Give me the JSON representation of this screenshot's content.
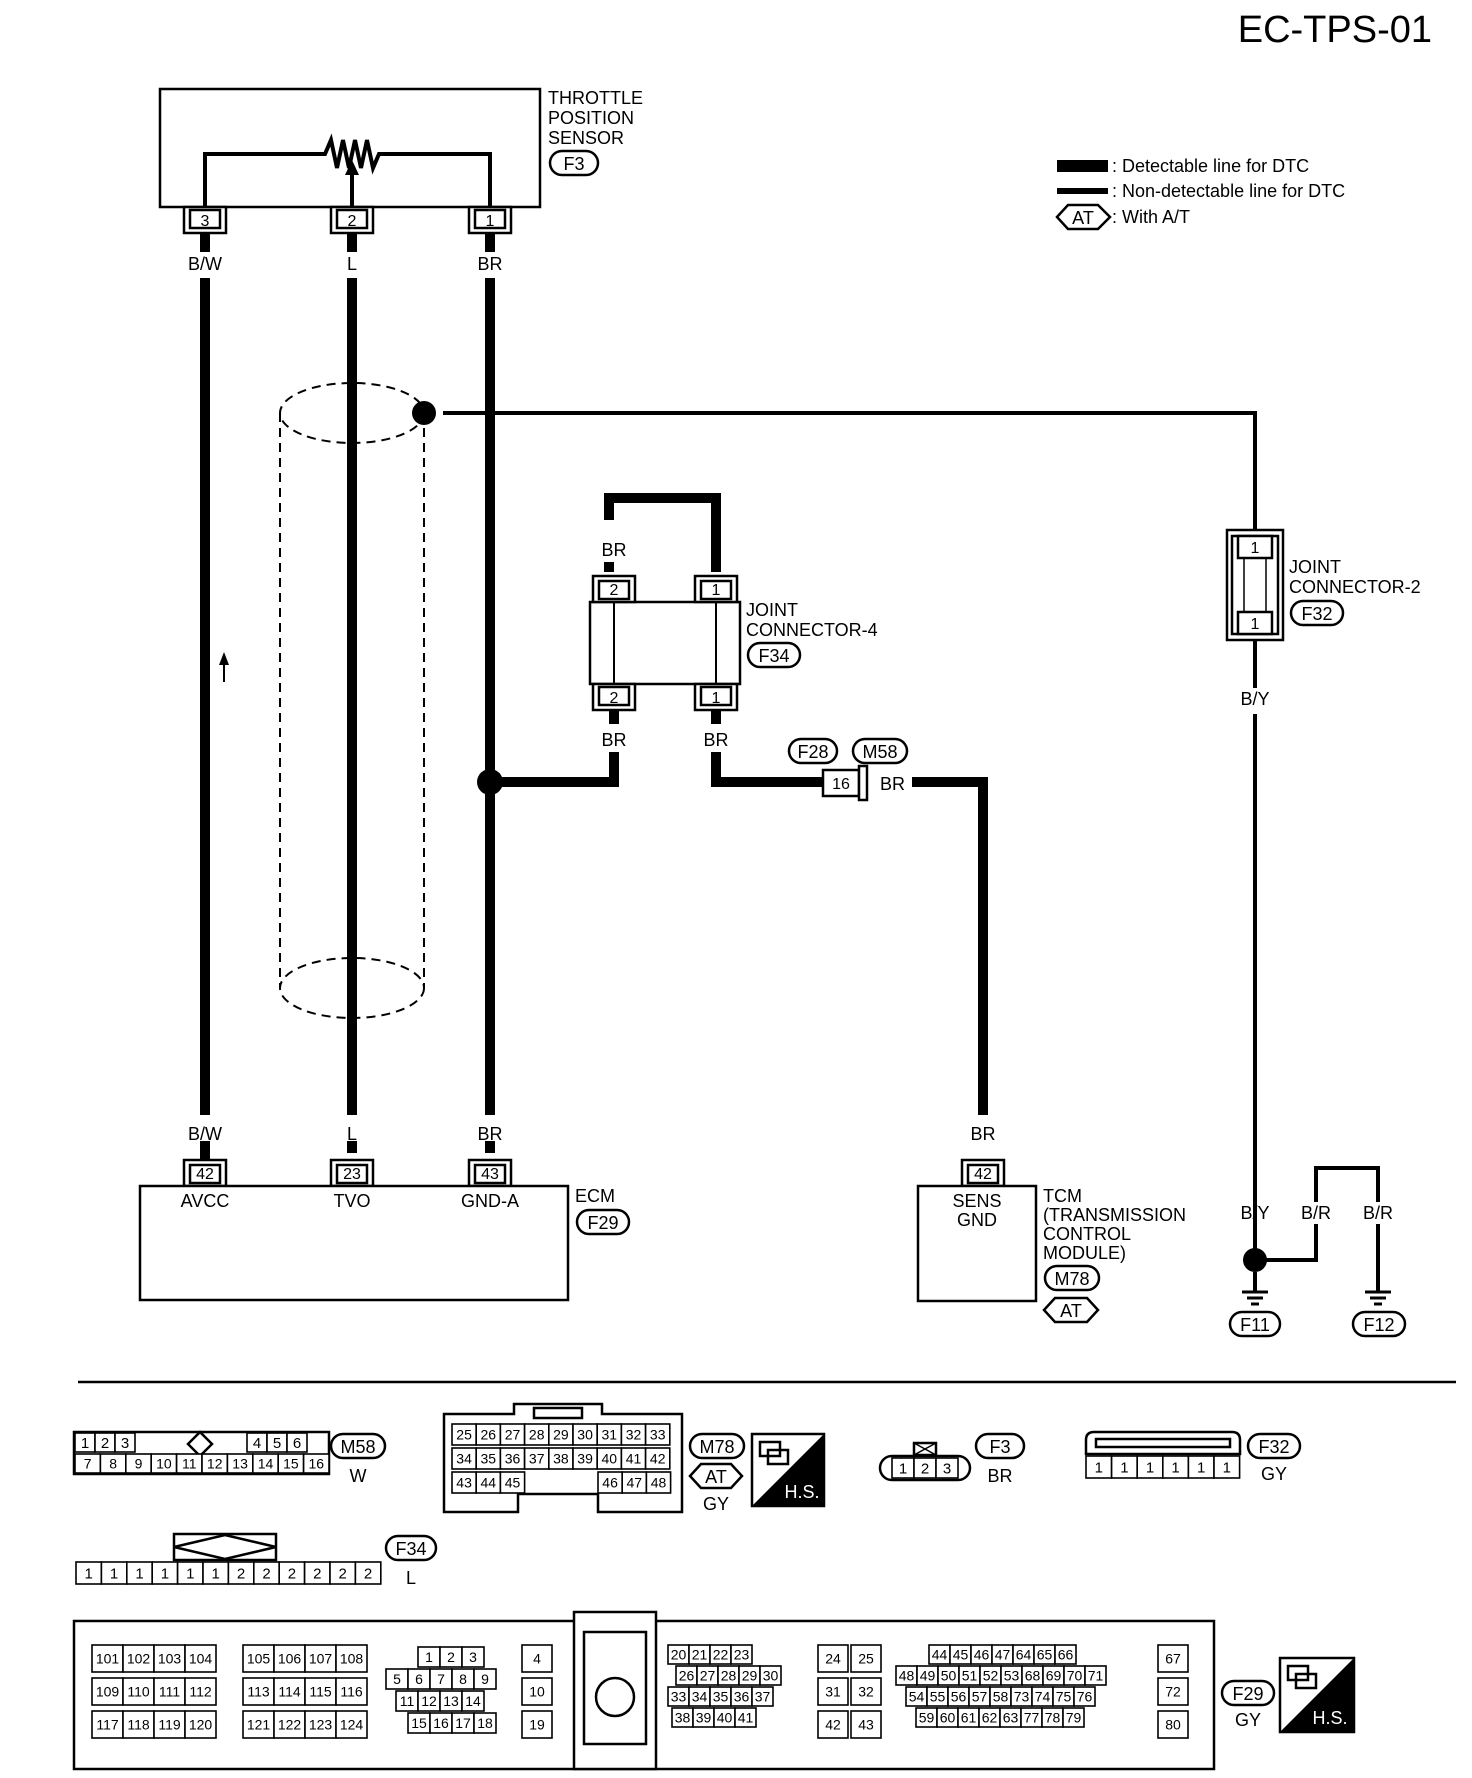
{
  "page_id": "EC-TPS-01",
  "legend": {
    "detectable": ": Detectable line for DTC",
    "non_detectable": ": Non-detectable line for DTC",
    "at_symbol": "AT",
    "with_at": ": With A/T"
  },
  "tps": {
    "name_lines": [
      "THROTTLE",
      "POSITION",
      "SENSOR"
    ],
    "connector": "F3",
    "pins": [
      "3",
      "2",
      "1"
    ],
    "wires": [
      "B/W",
      "L",
      "BR"
    ]
  },
  "jc4": {
    "name_lines": [
      "JOINT",
      "CONNECTOR-4"
    ],
    "connector": "F34",
    "pins_top": [
      "2",
      "1"
    ],
    "pins_bottom": [
      "2",
      "1"
    ],
    "top_wire": "BR",
    "bottom_wires": [
      "BR",
      "BR"
    ]
  },
  "jc2": {
    "name_lines": [
      "JOINT",
      "CONNECTOR-2"
    ],
    "connector": "F32",
    "pin_top": "1",
    "pin_bottom": "1",
    "wire": "B/Y"
  },
  "inline": {
    "conn_a": "F28",
    "conn_b": "M58",
    "pin": "16",
    "wire": "BR"
  },
  "ecm": {
    "name": "ECM",
    "connector": "F29",
    "wires": [
      "B/W",
      "L",
      "BR"
    ],
    "pins": [
      "42",
      "23",
      "43"
    ],
    "terminals": [
      "AVCC",
      "TVO",
      "GND-A"
    ]
  },
  "tcm": {
    "name_lines": [
      "TCM",
      "(TRANSMISSION",
      "CONTROL",
      "MODULE)"
    ],
    "connector": "M78",
    "at": "AT",
    "wire": "BR",
    "pin": "42",
    "terminal_lines": [
      "SENS",
      "GND"
    ]
  },
  "ground": {
    "wires": [
      "B/Y",
      "B/R",
      "B/R"
    ],
    "points": [
      "F11",
      "F12"
    ]
  },
  "connectors_view": {
    "m58": {
      "id": "M58",
      "color": "W",
      "row1_left": [
        "1",
        "2",
        "3"
      ],
      "row1_right": [
        "4",
        "5",
        "6"
      ],
      "row2": [
        "7",
        "8",
        "9",
        "10",
        "11",
        "12",
        "13",
        "14",
        "15",
        "16"
      ]
    },
    "m78": {
      "id": "M78",
      "at": "AT",
      "color": "GY",
      "hs": "H.S.",
      "row1": [
        "25",
        "26",
        "27",
        "28",
        "29",
        "30",
        "31",
        "32",
        "33"
      ],
      "row2": [
        "34",
        "35",
        "36",
        "37",
        "38",
        "39",
        "40",
        "41",
        "42"
      ],
      "row3_left": [
        "43",
        "44",
        "45"
      ],
      "row3_right": [
        "46",
        "47",
        "48"
      ]
    },
    "f3": {
      "id": "F3",
      "color": "BR",
      "pins": [
        "1",
        "2",
        "3"
      ]
    },
    "f32": {
      "id": "F32",
      "color": "GY",
      "pins": [
        "1",
        "1",
        "1",
        "1",
        "1",
        "1"
      ]
    },
    "f34": {
      "id": "F34",
      "color": "L",
      "pins": [
        "1",
        "1",
        "1",
        "1",
        "1",
        "1",
        "2",
        "2",
        "2",
        "2",
        "2",
        "2"
      ]
    },
    "f29": {
      "id": "F29",
      "color": "GY",
      "hs": "H.S.",
      "g1": [
        [
          "101",
          "102",
          "103",
          "104"
        ],
        [
          "109",
          "110",
          "111",
          "112"
        ],
        [
          "117",
          "118",
          "119",
          "120"
        ]
      ],
      "g2": [
        [
          "105",
          "106",
          "107",
          "108"
        ],
        [
          "113",
          "114",
          "115",
          "116"
        ],
        [
          "121",
          "122",
          "123",
          "124"
        ]
      ],
      "g3": [
        [
          "1",
          "2",
          "3"
        ],
        [
          "5",
          "6",
          "7",
          "8",
          "9"
        ],
        [
          "11",
          "12",
          "13",
          "14"
        ],
        [
          "15",
          "16",
          "17",
          "18"
        ]
      ],
      "g4": [
        "4",
        "10",
        "19"
      ],
      "g5": [
        [
          "20",
          "21",
          "22",
          "23"
        ],
        [
          "26",
          "27",
          "28",
          "29",
          "30"
        ],
        [
          "33",
          "34",
          "35",
          "36",
          "37"
        ],
        [
          "38",
          "39",
          "40",
          "41"
        ]
      ],
      "g6": [
        [
          "24",
          "25"
        ],
        [
          "31",
          "32"
        ],
        [
          "42",
          "43"
        ]
      ],
      "g7": [
        [
          "44",
          "45",
          "46",
          "47",
          "64",
          "65",
          "66"
        ],
        [
          "48",
          "49",
          "50",
          "51",
          "52",
          "53",
          "68",
          "69",
          "70",
          "71"
        ],
        [
          "54",
          "55",
          "56",
          "57",
          "58",
          "73",
          "74",
          "75",
          "76"
        ],
        [
          "59",
          "60",
          "61",
          "62",
          "63",
          "77",
          "78",
          "79"
        ]
      ],
      "g8": [
        "67",
        "72",
        "80"
      ]
    }
  }
}
